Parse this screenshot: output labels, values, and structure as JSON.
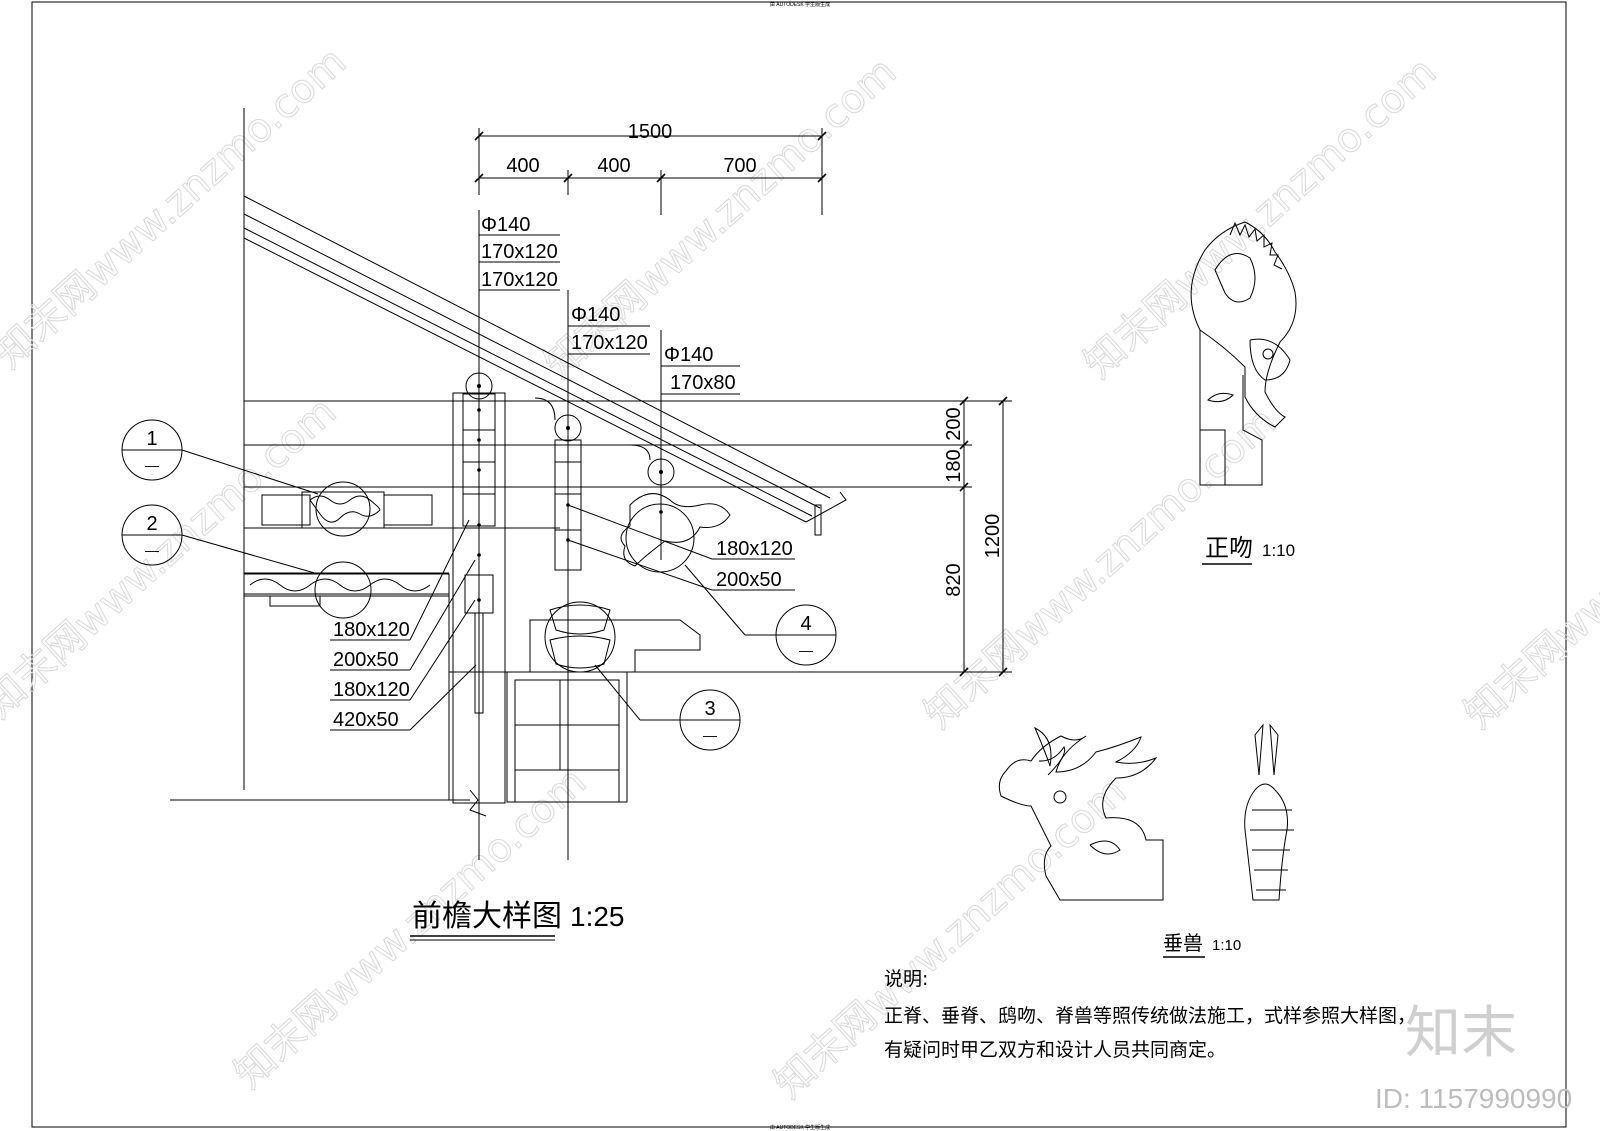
{
  "drawing": {
    "main_title": "前檐大样图",
    "main_scale": "1:25",
    "dims_top": {
      "total": "1500",
      "seg1": "400",
      "seg2": "400",
      "seg3": "700"
    },
    "dims_right": {
      "a": "200",
      "b": "180",
      "c": "820",
      "total": "1200"
    },
    "col1_labels": [
      "Φ140",
      "170x120",
      "170x120"
    ],
    "col2_labels": [
      "Φ140",
      "170x120"
    ],
    "col3_labels": [
      "Φ140",
      "170x80"
    ],
    "left_labels": [
      "180x120",
      "200x50",
      "180x120",
      "420x50"
    ],
    "right_labels": [
      "180x120",
      "200x50"
    ],
    "callouts": [
      {
        "num": "1",
        "sub": "—"
      },
      {
        "num": "2",
        "sub": "—"
      },
      {
        "num": "3",
        "sub": "—"
      },
      {
        "num": "4",
        "sub": "—"
      }
    ],
    "zhengwen": {
      "title": "正吻",
      "scale": "1:10"
    },
    "chuishou": {
      "title": "垂兽",
      "scale": "1:10"
    },
    "notes": {
      "heading": "说明:",
      "line1": "正脊、垂脊、鸱吻、脊兽等照传统做法施工，式样参照大样图，",
      "line2": "有疑问时甲乙双方和设计人员共同商定。"
    }
  },
  "watermark": {
    "site": "知末网www.znzmo.com",
    "logo": "知末",
    "id": "ID: 1157990990"
  },
  "border_stamp": "由 AUTODESK 学生版生成"
}
